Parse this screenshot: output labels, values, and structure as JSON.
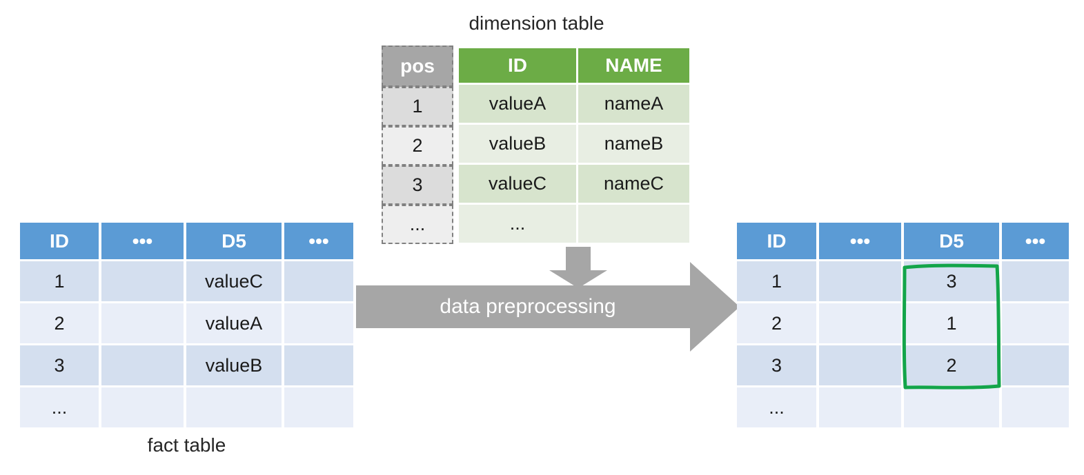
{
  "captions": {
    "dimension_table": "dimension table",
    "fact_table": "fact table"
  },
  "process": {
    "label": "data preprocessing",
    "arrow_color": "#a6a6a6",
    "down_arrow_name": "down-arrow"
  },
  "highlight": {
    "color": "#13a54a",
    "target": "D5"
  },
  "colors": {
    "blue_header": "#5b9bd5",
    "blue_row_odd": "#d4dfef",
    "blue_row_even": "#e9eef8",
    "green_header": "#6cac46",
    "green_row_odd": "#d7e4cd",
    "green_row_even": "#e8eee3",
    "grey_header": "#a6a6a6",
    "grey_row_odd": "#dcdcdc",
    "grey_row_even": "#eeeeee",
    "dash_border": "#808080"
  },
  "fact_table_before": {
    "headers": [
      "ID",
      "•••",
      "D5",
      "•••"
    ],
    "rows": [
      [
        "1",
        "",
        "valueC",
        ""
      ],
      [
        "2",
        "",
        "valueA",
        ""
      ],
      [
        "3",
        "",
        "valueB",
        ""
      ],
      [
        "...",
        "",
        "",
        ""
      ]
    ]
  },
  "fact_table_after": {
    "headers": [
      "ID",
      "•••",
      "D5",
      "•••"
    ],
    "rows": [
      [
        "1",
        "",
        "3",
        ""
      ],
      [
        "2",
        "",
        "1",
        ""
      ],
      [
        "3",
        "",
        "2",
        ""
      ],
      [
        "...",
        "",
        "",
        ""
      ]
    ]
  },
  "dimension_table": {
    "pos_header": "pos",
    "pos_values": [
      "1",
      "2",
      "3",
      "..."
    ],
    "headers": [
      "ID",
      "NAME"
    ],
    "rows": [
      [
        "valueA",
        "nameA"
      ],
      [
        "valueB",
        "nameB"
      ],
      [
        "valueC",
        "nameC"
      ],
      [
        "...",
        ""
      ]
    ]
  }
}
